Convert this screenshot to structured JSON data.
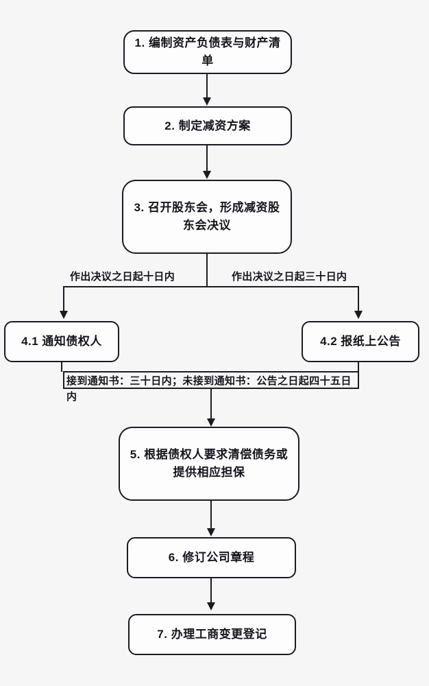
{
  "colors": {
    "background": "#f6f6f7",
    "box_fill": "#fdfdfe",
    "line": "#1a1a22",
    "text": "#15151d"
  },
  "nodes": {
    "step1": {
      "lines": [
        "1. 编制资产负债表与财产清",
        "单"
      ]
    },
    "step2": {
      "lines": [
        "2. 制定减资方案"
      ]
    },
    "step3": {
      "lines": [
        "3. 召开股东会，形成减资股",
        "东会决议"
      ]
    },
    "step41": {
      "lines": [
        "4.1 通知债权人"
      ]
    },
    "step42": {
      "lines": [
        "4.2 报纸上公告"
      ]
    },
    "step5": {
      "lines": [
        "5. 根据债权人要求清偿债务或",
        "提供相应担保"
      ]
    },
    "step6": {
      "lines": [
        "6. 修订公司章程"
      ]
    },
    "step7": {
      "lines": [
        "7. 办理工商变更登记"
      ]
    }
  },
  "edge_labels": {
    "left_branch": "作出决议之日起十日内",
    "right_branch": "作出决议之日起三十日内",
    "merge": {
      "lines": [
        "接到通知书：三十日内；未接到通知书：公告之日起四十五日",
        "内"
      ]
    }
  }
}
